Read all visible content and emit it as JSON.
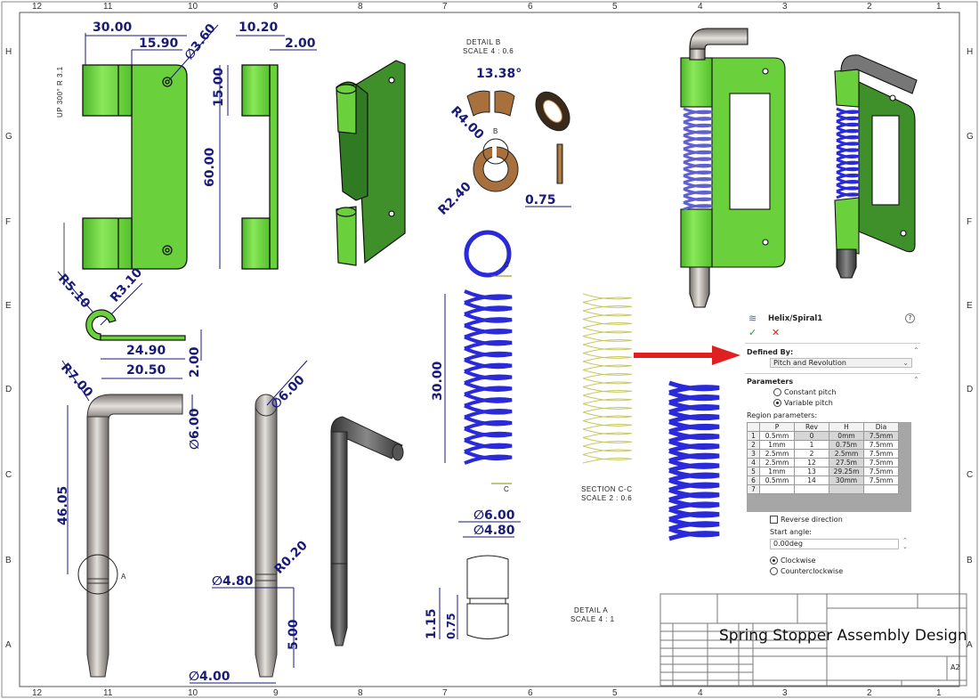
{
  "sheet": {
    "zones_cols": [
      "12",
      "11",
      "10",
      "9",
      "8",
      "7",
      "6",
      "5",
      "4",
      "3",
      "2",
      "1"
    ],
    "zones_rows": [
      "H",
      "G",
      "F",
      "E",
      "D",
      "C",
      "B",
      "A"
    ],
    "title": "Spring Stopper Assembly Design",
    "size": "A2"
  },
  "notes": {
    "fold_note": "UP 300° R 3.1",
    "detail_b": "DETAIL B",
    "detail_b_scale": "SCALE 4 : 0.6",
    "detail_b_label": "B",
    "section_cc": "SECTION C-C",
    "section_cc_scale": "SCALE 2 : 0.6",
    "section_mark": "C",
    "detail_a": "DETAIL A",
    "detail_a_scale": "SCALE 4 : 1",
    "detail_a_label": "A"
  },
  "dims": {
    "hinge_width": "30.00",
    "hinge_offset": "15.90",
    "hole_dia": "∅3.60",
    "side_width": "10.20",
    "thickness": "2.00",
    "tab_height": "15.00",
    "height": "60.00",
    "curl_outer": "R5.10",
    "curl_inner": "R3.10",
    "flat_len": "24.90",
    "flat_thk": "2.00",
    "pin_bend": "R7.00",
    "pin_arm": "20.50",
    "pin_dia": "∅6.00",
    "pin_dia2": "∅6.00",
    "pin_len": "46.05",
    "pin_groove_r": "R0.20",
    "pin_neck": "∅4.80",
    "pin_tip_len": "5.00",
    "pin_tip_dia": "∅4.00",
    "washer_angle": "13.38°",
    "washer_outer": "R4.00",
    "washer_inner": "R2.40",
    "washer_thk": "0.75",
    "spring_len": "30.00",
    "detA_dia1": "∅6.00",
    "detA_dia2": "∅4.80",
    "detA_h1": "1.15",
    "detA_h2": "0.75"
  },
  "helix_panel": {
    "title": "Helix/Spiral1",
    "help_icon": "help-icon",
    "defined_by_label": "Defined By:",
    "defined_by_value": "Pitch and Revolution",
    "parameters_label": "Parameters",
    "constant_pitch": "Constant pitch",
    "variable_pitch": "Variable pitch",
    "pitch_mode": "variable",
    "region_label": "Region parameters:",
    "columns": [
      "P",
      "Rev",
      "H",
      "Dia"
    ],
    "rows": [
      [
        "1",
        "0.5mm",
        "0",
        "0mm",
        "7.5mm"
      ],
      [
        "2",
        "1mm",
        "1",
        "0.75m",
        "7.5mm"
      ],
      [
        "3",
        "2.5mm",
        "2",
        "2.5mm",
        "7.5mm"
      ],
      [
        "4",
        "2.5mm",
        "12",
        "27.5m",
        "7.5mm"
      ],
      [
        "5",
        "1mm",
        "13",
        "29.25m",
        "7.5mm"
      ],
      [
        "6",
        "0.5mm",
        "14",
        "30mm",
        "7.5mm"
      ],
      [
        "7",
        "",
        "",
        "",
        ""
      ]
    ],
    "reverse_direction": "Reverse direction",
    "start_angle_label": "Start angle:",
    "start_angle_value": "0.00deg",
    "clockwise": "Clockwise",
    "counterclockwise": "Counterclockwise",
    "direction": "clockwise"
  },
  "colors": {
    "part_green": "#6ad13c",
    "dim_blue": "#1a1a78",
    "spring_blue": "#2a2ad8",
    "washer_brown": "#a8703c",
    "arrow_red": "#e02020"
  }
}
